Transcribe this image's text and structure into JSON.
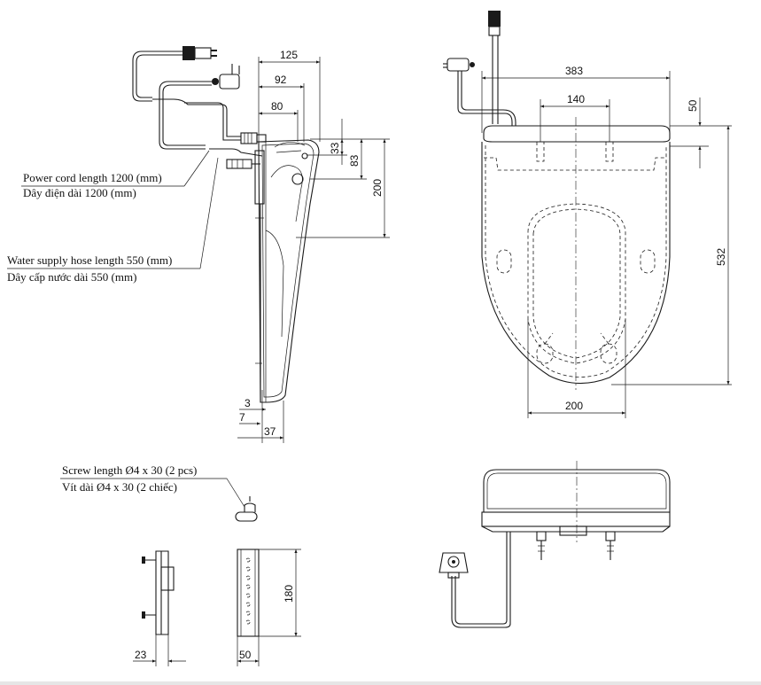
{
  "labels": {
    "power_cord_en": "Power cord length 1200 (mm)",
    "power_cord_vi": "Dây điện dài 1200 (mm)",
    "water_hose_en": "Water supply hose length 550 (mm)",
    "water_hose_vi": "Dây cấp nước dài 550 (mm)",
    "screw_en": "Screw length Ø4 x 30 (2 pcs)",
    "screw_vi": "Vít dài Ø4 x 30 (2 chiếc)"
  },
  "dimensions": {
    "side_125": "125",
    "side_92": "92",
    "side_80": "80",
    "side_33": "33",
    "side_83": "83",
    "side_200": "200",
    "side_3": "3",
    "side_7": "7",
    "side_37": "37",
    "top_383": "383",
    "top_140": "140",
    "top_50": "50",
    "top_532": "532",
    "top_200": "200",
    "bracket_180": "180",
    "bracket_23": "23",
    "bracket_50": "50"
  }
}
